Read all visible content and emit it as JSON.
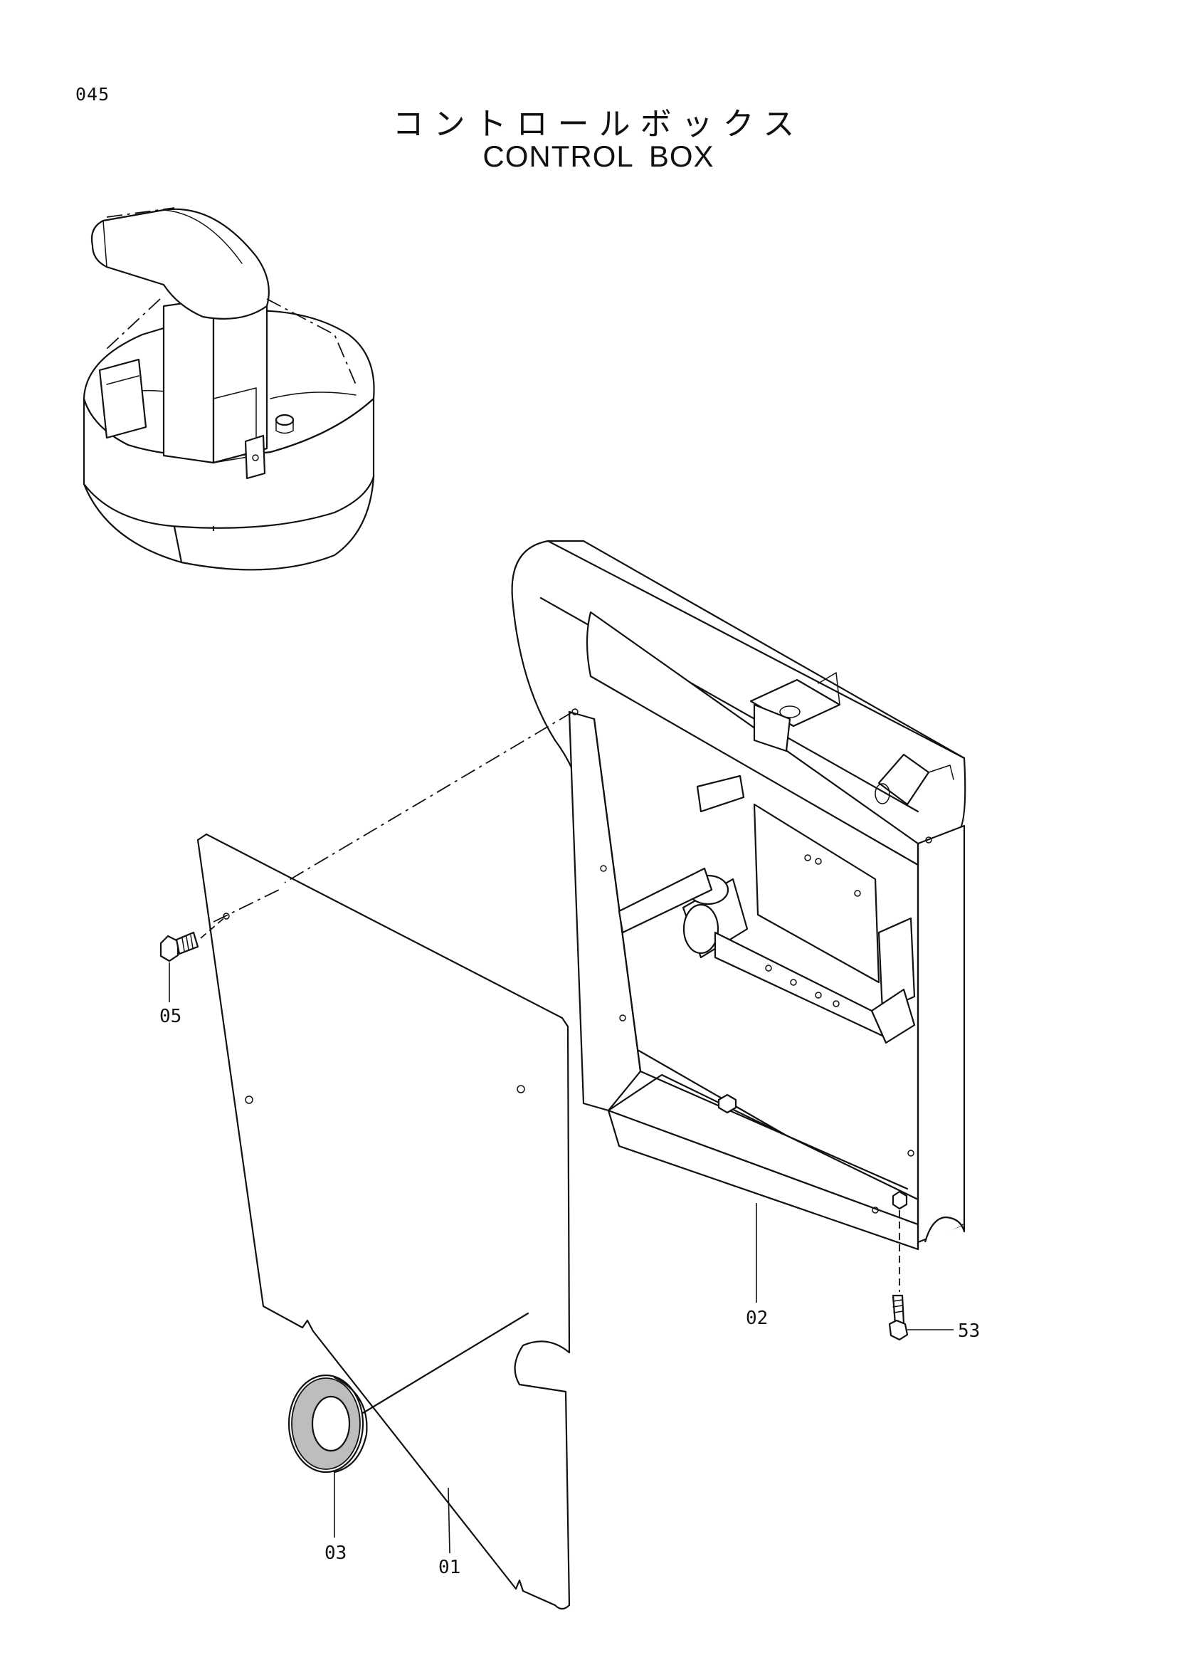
{
  "page_number": "045",
  "title": {
    "japanese": "コントロールボックス",
    "english": "CONTROL BOX"
  },
  "part_labels": {
    "p05": "05",
    "p02": "02",
    "p53": "53",
    "p01": "01",
    "p03": "03"
  }
}
